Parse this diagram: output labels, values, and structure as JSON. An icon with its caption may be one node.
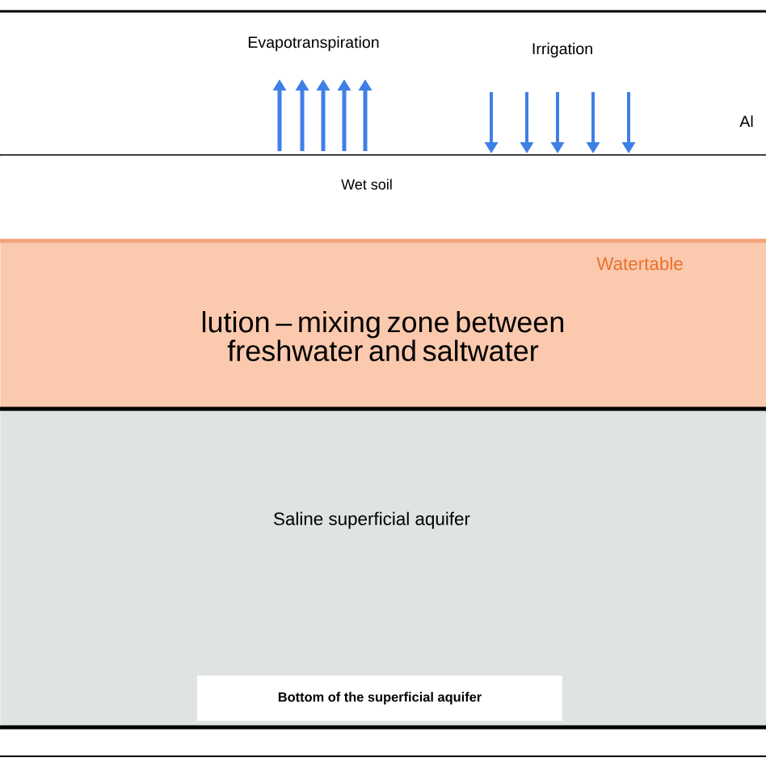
{
  "diagram": {
    "nodes": [
      {
        "text": [
          "Al"
        ]
      },
      {
        "text": [
          "Wet soil"
        ]
      },
      {
        "text": [
          "Watertable",
          "lution – mixing zone between freshwater and saltwater"
        ]
      },
      {
        "text": [
          "Saline superficial aquifer"
        ]
      },
      {
        "text": [
          "Bottom of the superficial aquifer"
        ],
        "in": 3
      }
    ],
    "labels": [
      "Evapotranspiration",
      "Irrigation"
    ]
  }
}
